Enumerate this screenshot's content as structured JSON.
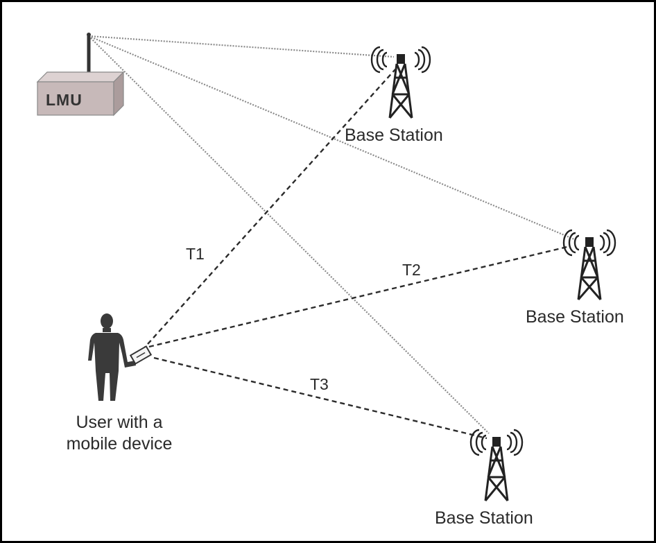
{
  "lmu": {
    "label": "LMU"
  },
  "stations": [
    {
      "label": "Base Station"
    },
    {
      "label": "Base Station"
    },
    {
      "label": "Base Station"
    }
  ],
  "signals": [
    {
      "label": "T1"
    },
    {
      "label": "T2"
    },
    {
      "label": "T3"
    }
  ],
  "user": {
    "line1": "User with a",
    "line2": "mobile device"
  },
  "colors": {
    "dashed_link": "#2b2b2b",
    "dotted_link": "#8a8a8a",
    "lmu_box": "#c7b9b9"
  },
  "icons": [
    "antenna-icon",
    "cell-tower-icon",
    "radio-waves-icon",
    "person-icon",
    "mobile-device-icon"
  ]
}
